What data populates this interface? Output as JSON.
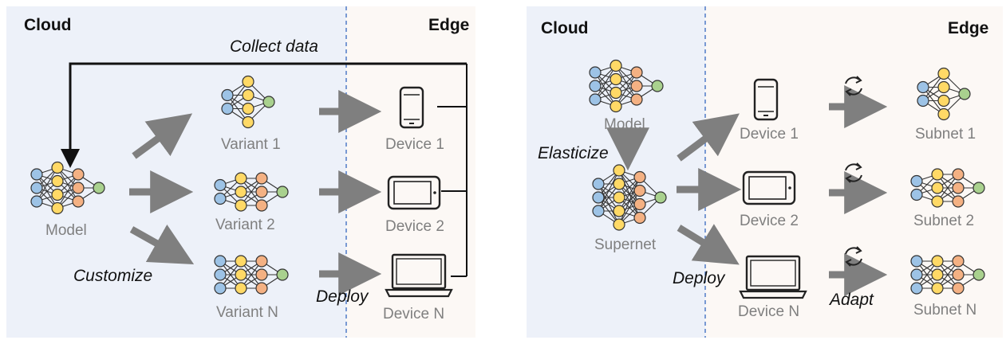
{
  "colors": {
    "cloud_bg": "#edf1f9",
    "edge_bg": "#fcf8f5",
    "divider": "#4472c4",
    "arrow": "#7f7f7f",
    "label": "#7f7f7f",
    "node_blue": "#9dc3e6",
    "node_yellow": "#ffd966",
    "node_orange": "#f4b183",
    "node_green": "#a9d18e"
  },
  "left_panel": {
    "cloud_label": "Cloud",
    "edge_label": "Edge",
    "collect_label": "Collect data",
    "customize_label": "Customize",
    "deploy_label": "Deploy",
    "model_label": "Model",
    "variants": [
      "Variant 1",
      "Variant 2",
      "Variant N"
    ],
    "devices": [
      "Device 1",
      "Device 2",
      "Device N"
    ]
  },
  "right_panel": {
    "cloud_label": "Cloud",
    "edge_label": "Edge",
    "model_label": "Model",
    "elasticize_label": "Elasticize",
    "supernet_label": "Supernet",
    "deploy_label": "Deploy",
    "adapt_label": "Adapt",
    "devices": [
      "Device 1",
      "Device 2",
      "Device N"
    ],
    "subnets": [
      "Subnet 1",
      "Subnet 2",
      "Subnet N"
    ]
  }
}
